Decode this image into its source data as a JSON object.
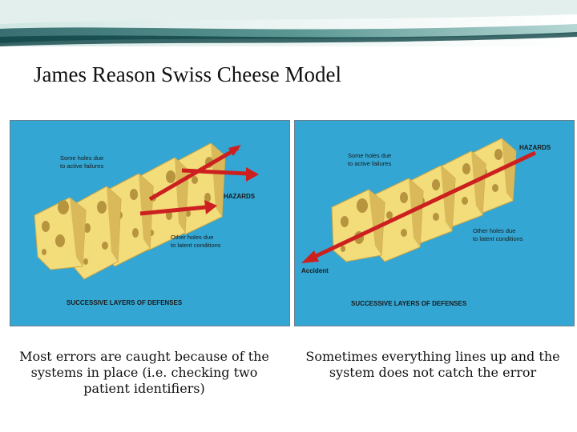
{
  "slide": {
    "title": "James Reason Swiss Cheese Model"
  },
  "left_panel": {
    "active_failures_text": [
      "Some holes due",
      "to active failures"
    ],
    "hazards_text": "HAZARDS",
    "latent_text": [
      "Other holes due",
      "to latent conditions"
    ],
    "defenses_text": "SUCCESSIVE LAYERS OF DEFENSES",
    "caption": "Most errors are caught because of the systems in place (i.e. checking two patient identifiers)"
  },
  "right_panel": {
    "active_failures_text": [
      "Some holes due",
      "to active failures"
    ],
    "hazards_text": "HAZARDS",
    "latent_text": [
      "Other holes due",
      "to latent conditions"
    ],
    "accident_text": "Accident",
    "defenses_text": "SUCCESSIVE LAYERS OF DEFENSES",
    "caption": "Sometimes everything lines up and the system does not catch the error"
  },
  "colors": {
    "banner_dark": "#1f5a5e",
    "banner_light": "#cfe6e3",
    "panel_background": "#33a6d3",
    "cheese": "#f3dc7a",
    "cheese_shadow": "#c9a64a",
    "hole": "#b7943e",
    "arrow": "#cc2020"
  },
  "icons": {
    "cheese_slices": "swiss-cheese-slice-icon",
    "arrows": "red-arrow-icon"
  }
}
